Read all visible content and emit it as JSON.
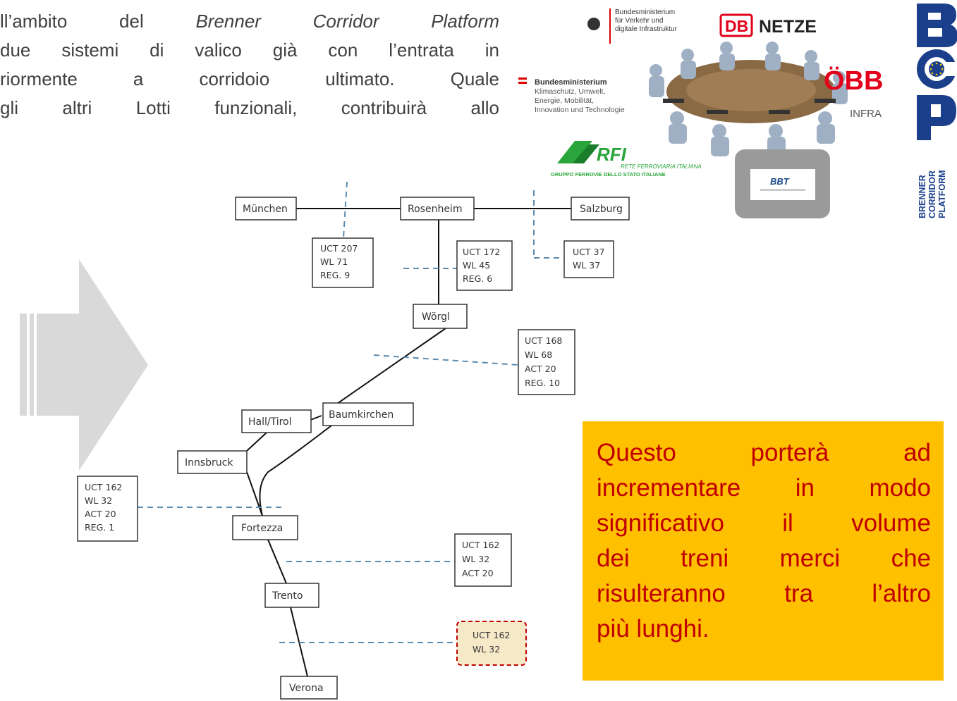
{
  "intro_lines": [
    "ll’ambito del Brenner Corridor Platform",
    "due sistemi di valico già con l’entrata in",
    "riormente a corridoio ultimato. Quale",
    "gli altri Lotti funzionali, contribuirà allo"
  ],
  "intro_italic": "Brenner Corridor Platform",
  "logos": {
    "bmdv": [
      "Bundesministerium",
      "für Verkehr und",
      "digitale Infrastruktur"
    ],
    "bmk": [
      "Bundesministerium",
      "Klimaschutz, Umwelt,",
      "Energie, Mobilität,",
      "Innovation und Technologie"
    ],
    "db_mark": "DB",
    "db_text": "NETZE",
    "obb": "ÖBB",
    "obb_sub": "INFRA",
    "rfi": "RFI",
    "rfi_sub": "RETE FERROVIARIA ITALIANA",
    "rfi_group": "GRUPPO FERROVIE DELLO STATO ITALIANE",
    "bbt": "BBT",
    "bcp_vertical": [
      "BRENNER",
      "CORRIDOR",
      "PLATFORM"
    ]
  },
  "stations": {
    "muenchen": "München",
    "rosenheim": "Rosenheim",
    "salzburg": "Salzburg",
    "woergl": "Wörgl",
    "hall": "Hall/Tirol",
    "baumkirchen": "Baumkirchen",
    "innsbruck": "Innsbruck",
    "fortezza": "Fortezza",
    "trento": "Trento",
    "verona": "Verona"
  },
  "info_boxes": {
    "b207": [
      "UCT 207",
      "WL 71",
      "REG. 9"
    ],
    "b172": [
      "UCT 172",
      "WL 45",
      "REG. 6"
    ],
    "b37": [
      "UCT 37",
      "WL 37"
    ],
    "b168": [
      "UCT 168",
      "WL 68",
      "ACT 20",
      "REG. 10"
    ],
    "b162a": [
      "UCT 162",
      "WL 32",
      "ACT 20",
      "REG. 1"
    ],
    "b162b": [
      "UCT 162",
      "WL 32",
      "ACT 20"
    ],
    "b162c": [
      "UCT 162",
      "WL 32"
    ]
  },
  "callout_lines": [
    "Questo porterà ad",
    "incrementare in modo",
    "significativo il volume",
    "dei treni merci che",
    "risulteranno tra l’altro",
    "più lunghi."
  ],
  "colors": {
    "callout_bg": "#ffc000",
    "callout_text": "#c00000",
    "bcp_blue": "#1b3f8b",
    "arrow_gray": "#d9d9d9",
    "dashed_line": "#5a8bb0"
  }
}
